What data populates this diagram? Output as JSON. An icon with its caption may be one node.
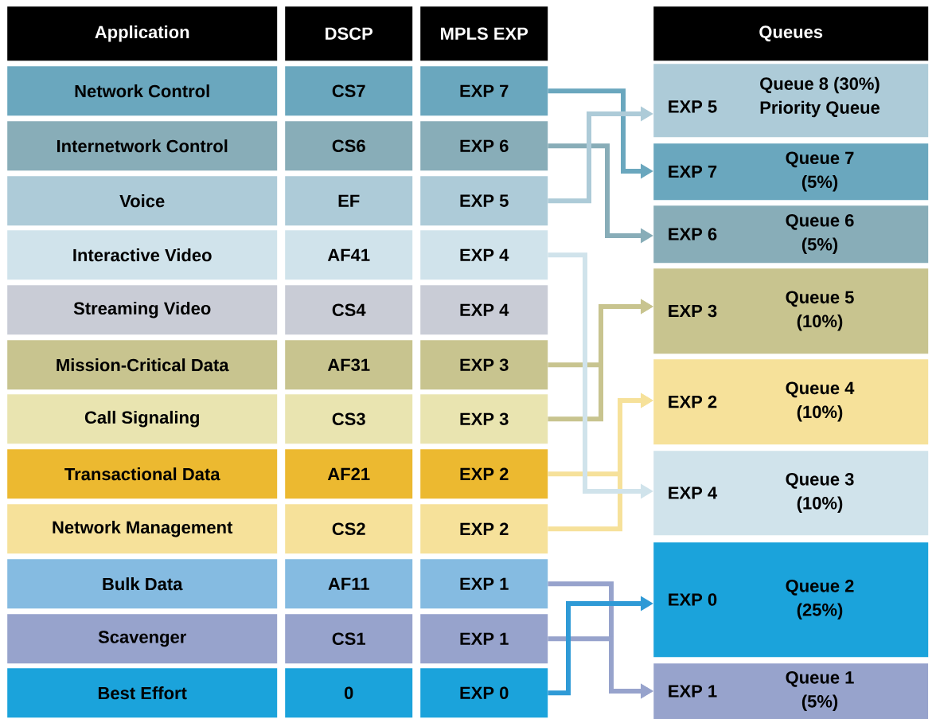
{
  "diagram": {
    "nodes": [
      {
        "text": [
          "Application"
        ]
      },
      {
        "text": [
          "DSCP"
        ]
      },
      {
        "text": [
          "MPLS EXP"
        ]
      },
      {
        "text": [
          "Queues"
        ]
      },
      {
        "text": [
          "Network Control"
        ]
      },
      {
        "text": [
          "CS7"
        ]
      },
      {
        "text": [
          "EXP 7"
        ]
      },
      {
        "text": [
          "Internetwork Control"
        ]
      },
      {
        "text": [
          "CS6"
        ]
      },
      {
        "text": [
          "EXP 6"
        ]
      },
      {
        "text": [
          "Voice"
        ]
      },
      {
        "text": [
          "EF"
        ]
      },
      {
        "text": [
          "EXP 5"
        ]
      },
      {
        "text": [
          "Interactive Video"
        ]
      },
      {
        "text": [
          "AF41"
        ]
      },
      {
        "text": [
          "EXP 4"
        ]
      },
      {
        "text": [
          "Streaming Video"
        ]
      },
      {
        "text": [
          "CS4"
        ]
      },
      {
        "text": [
          "EXP 4"
        ]
      },
      {
        "text": [
          "Mission-Critical Data"
        ]
      },
      {
        "text": [
          "AF31"
        ]
      },
      {
        "text": [
          "EXP 3"
        ]
      },
      {
        "text": [
          "Call Signaling"
        ]
      },
      {
        "text": [
          "CS3"
        ]
      },
      {
        "text": [
          "EXP 3"
        ]
      },
      {
        "text": [
          "Transactional Data"
        ]
      },
      {
        "text": [
          "AF21"
        ]
      },
      {
        "text": [
          "EXP 2"
        ]
      },
      {
        "text": [
          "Network Management"
        ]
      },
      {
        "text": [
          "CS2"
        ]
      },
      {
        "text": [
          "EXP 2"
        ]
      },
      {
        "text": [
          "Bulk Data"
        ]
      },
      {
        "text": [
          "AF11"
        ]
      },
      {
        "text": [
          "EXP 1"
        ]
      },
      {
        "text": [
          "Scavenger"
        ]
      },
      {
        "text": [
          "CS1"
        ]
      },
      {
        "text": [
          "EXP 1"
        ]
      },
      {
        "text": [
          "Best Effort"
        ]
      },
      {
        "text": [
          "0"
        ]
      },
      {
        "text": [
          "EXP 0"
        ]
      },
      {
        "text": [
          "EXP 5",
          "Queue 8 (30%) Priority Queue"
        ]
      },
      {
        "text": [
          "EXP 7",
          "Queue 7 (5%)"
        ]
      },
      {
        "text": [
          "EXP 6",
          "Queue 6 (5%)"
        ]
      },
      {
        "text": [
          "EXP 3",
          "Queue 5 (10%)"
        ]
      },
      {
        "text": [
          "EXP 2",
          "Queue 4 (10%)"
        ]
      },
      {
        "text": [
          "EXP 4",
          "Queue 3 (10%)"
        ]
      },
      {
        "text": [
          "EXP 0",
          "Queue 2 (25%)"
        ]
      },
      {
        "text": [
          "EXP 1",
          "Queue 1 (5%)"
        ]
      }
    ],
    "edges": [
      {
        "from": 6,
        "to": 41,
        "arrow": "to",
        "color": "#6aa7be"
      },
      {
        "from": 9,
        "to": 42,
        "arrow": "to",
        "color": "#88adb8"
      },
      {
        "from": 21,
        "to": 43,
        "arrow": "to",
        "color": "#c8c48f"
      },
      {
        "from": 24,
        "to": 43,
        "arrow": "to",
        "color": "#c8c48f"
      },
      {
        "from": 27,
        "to": 44,
        "arrow": "to",
        "color": "#f6e19a"
      },
      {
        "from": 30,
        "to": 44,
        "arrow": "to",
        "color": "#f6e19a"
      },
      {
        "from": 33,
        "to": 47,
        "arrow": "to",
        "color": "#97a3cc"
      },
      {
        "from": 36,
        "to": 47,
        "arrow": "to",
        "color": "#97a3cc"
      },
      {
        "from": 12,
        "to": 40,
        "arrow": "to",
        "color": "#adcbd8"
      },
      {
        "from": 15,
        "to": 45,
        "arrow": "to",
        "color": "#d0e3eb"
      },
      {
        "from": 39,
        "to": 46,
        "arrow": "to",
        "color": "#2f9ad6"
      }
    ]
  }
}
